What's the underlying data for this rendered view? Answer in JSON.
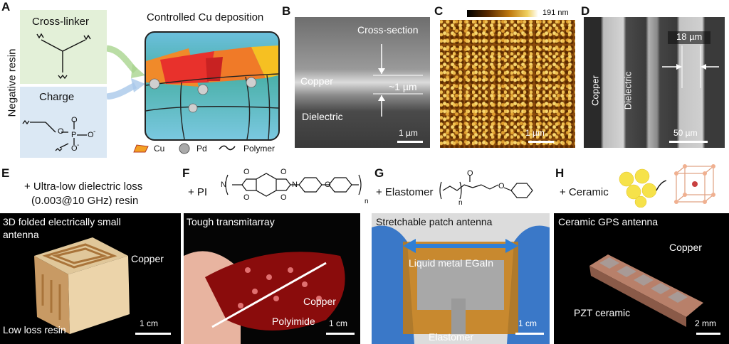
{
  "panels": {
    "A": {
      "letter": "A",
      "side_label": "Negative resin",
      "crosslinker": "Cross-linker",
      "charge": "Charge",
      "title": "Controlled Cu deposition",
      "legend": {
        "cu": "Cu",
        "pd": "Pd",
        "polymer": "Polymer"
      },
      "chem": {
        "o": "O",
        "p": "P",
        "minus": "-"
      }
    },
    "B": {
      "letter": "B",
      "cross_section": "Cross-section",
      "copper": "Copper",
      "thickness": "~1 µm",
      "dielectric": "Dielectric",
      "scale": "1 µm"
    },
    "C": {
      "letter": "C",
      "colorbar_max": "191 nm",
      "scale": "1 µm"
    },
    "D": {
      "letter": "D",
      "copper": "Copper",
      "dielectric": "Dielectric",
      "width": "18 µm",
      "scale": "50 µm"
    },
    "E": {
      "letter": "E",
      "caption_line1": "+ Ultra-low dielectric loss",
      "caption_line2": "(0.003@10 GHz) resin",
      "title_line1": "3D folded electrically small",
      "title_line2": "antenna",
      "copper": "Copper",
      "resin": "Low loss resin",
      "scale": "1 cm"
    },
    "F": {
      "letter": "F",
      "caption": "+ PI",
      "n": "n",
      "o": "O",
      "n_atom": "N",
      "title": "Tough transmitarray",
      "copper": "Copper",
      "polyimide": "Polyimide",
      "scale": "1 cm"
    },
    "G": {
      "letter": "G",
      "caption": "+ Elastomer",
      "n": "n",
      "o": "O",
      "title": "Stretchable patch antenna",
      "metal": "Liquid metal EGaIn",
      "elastomer": "Elastomer",
      "scale": "1 cm"
    },
    "H": {
      "letter": "H",
      "caption": "+ Ceramic",
      "title": "Ceramic GPS antenna",
      "copper": "Copper",
      "pzt": "PZT ceramic",
      "scale": "2 mm"
    }
  }
}
